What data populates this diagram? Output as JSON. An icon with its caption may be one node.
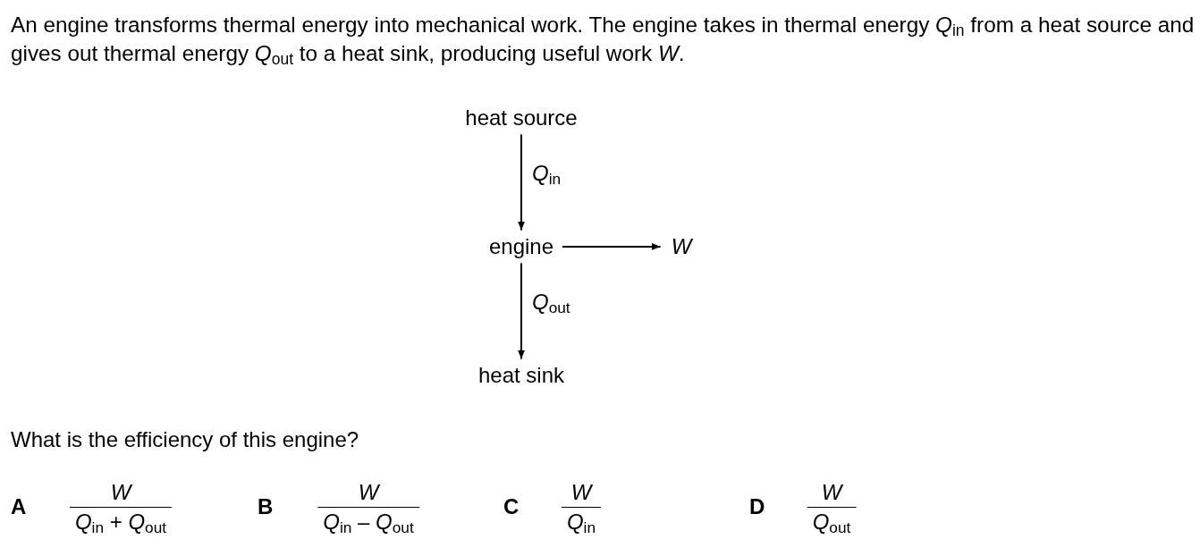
{
  "diagram": {
    "nodes": [
      {
        "text": [
          "heat source"
        ]
      },
      {
        "text": [
          "engine"
        ]
      },
      {
        "text": [
          "W"
        ]
      },
      {
        "text": [
          "heat sink"
        ]
      }
    ],
    "edges": [
      {
        "from": 0,
        "to": 1,
        "arrow": "to",
        "label": "*Q*$_{in}$"
      },
      {
        "from": 1,
        "to": 3,
        "arrow": "to",
        "label": "*Q*$_{out}$"
      },
      {
        "from": 1,
        "to": 2,
        "arrow": "to"
      }
    ],
    "labels": [
      "An engine transforms thermal energy into mechanical work. The engine takes in thermal energy *Q*$_{in}$ from a heat source and gives out thermal energy *Q*$_{out}$ to a heat sink, producing useful work *W*.",
      "What is the efficiency of this engine?",
      "A",
      "W",
      "*Q*$_{in}$ + *Q*$_{out}$",
      "B",
      "W",
      "*Q*$_{in}$ – *Q*$_{out}$",
      "C",
      "W",
      "*Q*$_{in}$",
      "D",
      "W",
      "*Q*$_{out}$"
    ]
  }
}
